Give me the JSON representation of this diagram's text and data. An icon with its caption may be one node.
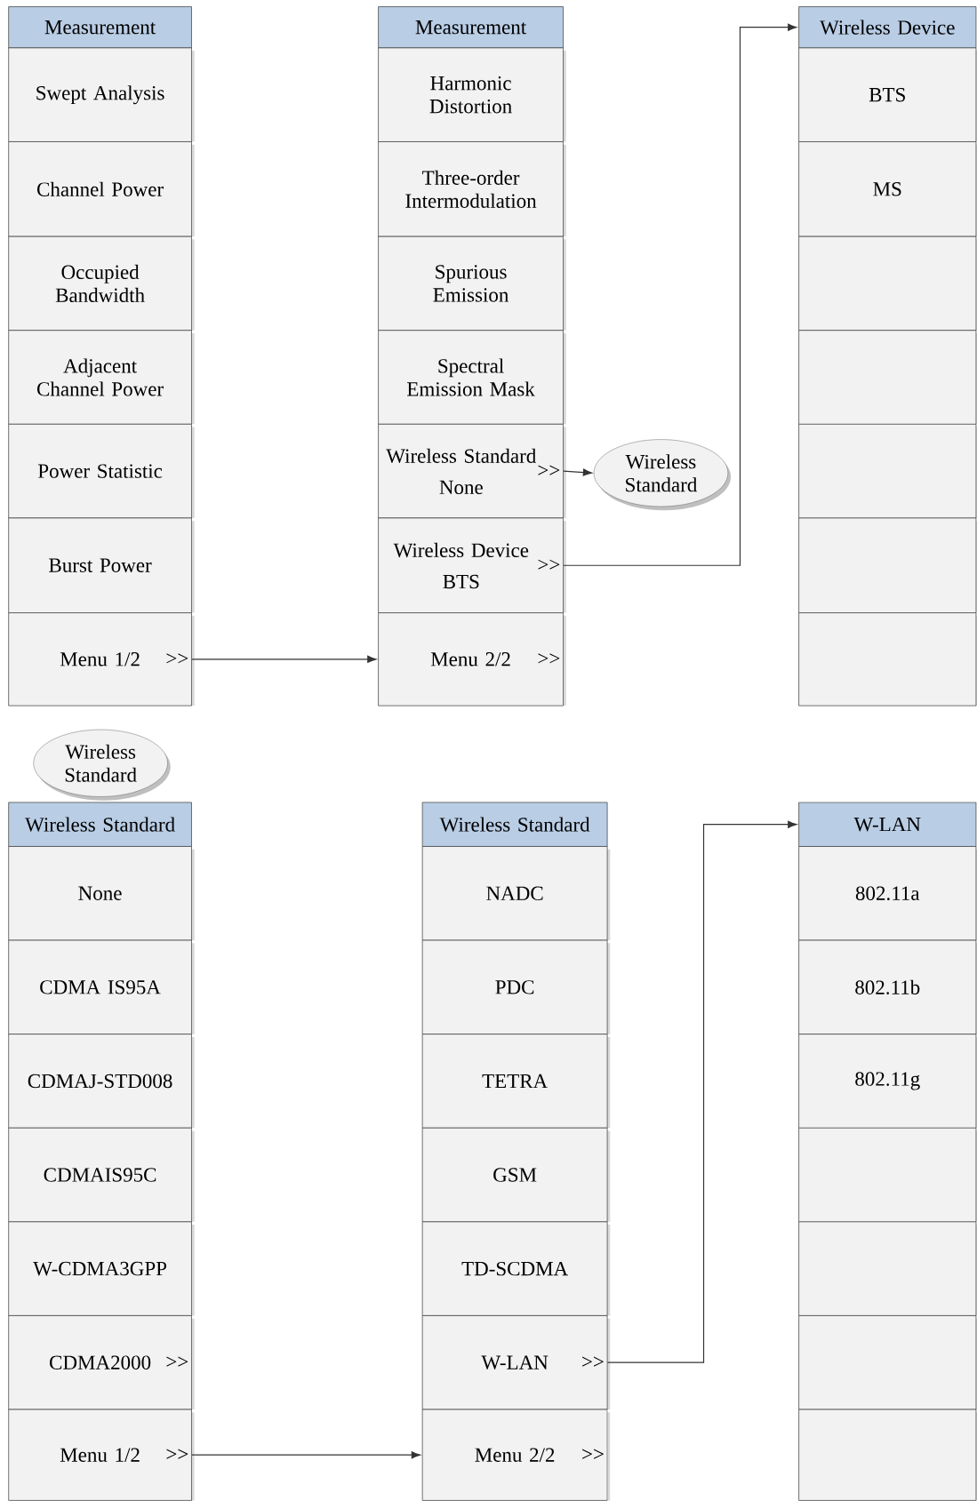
{
  "diagram": {
    "nodes": [
      {
        "text": [
          "Measurement"
        ]
      },
      {
        "text": [
          "Swept Analysis"
        ]
      },
      {
        "text": [
          "Channel Power"
        ]
      },
      {
        "text": [
          "Occupied Bandwidth"
        ]
      },
      {
        "text": [
          "Adjacent Channel Power"
        ]
      },
      {
        "text": [
          "Power Statistic"
        ]
      },
      {
        "text": [
          "Burst Power"
        ]
      },
      {
        "text": [
          "Menu 1/2",
          ">>"
        ]
      },
      {
        "text": [
          "Measurement"
        ]
      },
      {
        "text": [
          "Harmonic Distortion"
        ]
      },
      {
        "text": [
          "Three-order Intermodulation"
        ]
      },
      {
        "text": [
          "Spurious Emission"
        ]
      },
      {
        "text": [
          "Spectral Emission Mask"
        ]
      },
      {
        "text": [
          "Wireless Standard",
          "None",
          ">>"
        ]
      },
      {
        "text": [
          "Wireless Device",
          "BTS",
          ">>"
        ]
      },
      {
        "text": [
          "Menu 2/2",
          ">>"
        ]
      },
      {
        "text": [
          "Wireless Standard"
        ]
      },
      {
        "text": [
          "Wireless Device"
        ]
      },
      {
        "text": [
          "BTS"
        ]
      },
      {
        "text": [
          "MS"
        ]
      },
      {
        "text": [],
        "shape": "box"
      },
      {
        "text": [],
        "shape": "box"
      },
      {
        "text": [],
        "shape": "box"
      },
      {
        "text": [],
        "shape": "box"
      },
      {
        "text": [],
        "shape": "box"
      },
      {
        "text": [
          "Wireless Standard"
        ]
      },
      {
        "text": [
          "Wireless Standard"
        ]
      },
      {
        "text": [
          "None"
        ]
      },
      {
        "text": [
          "CDMA IS95A"
        ]
      },
      {
        "text": [
          "CDMAJ-STD008"
        ]
      },
      {
        "text": [
          "CDMAIS95C"
        ]
      },
      {
        "text": [
          "W-CDMA3GPP"
        ]
      },
      {
        "text": [
          "CDMA2000",
          ">>"
        ]
      },
      {
        "text": [
          "Menu 1/2",
          ">>"
        ]
      },
      {
        "text": [
          "Wireless Standard"
        ]
      },
      {
        "text": [
          "NADC"
        ]
      },
      {
        "text": [
          "PDC"
        ]
      },
      {
        "text": [
          "TETRA"
        ]
      },
      {
        "text": [
          "GSM"
        ]
      },
      {
        "text": [
          "TD-SCDMA"
        ]
      },
      {
        "text": [
          "W-LAN",
          ">>"
        ]
      },
      {
        "text": [
          "Menu 2/2",
          ">>"
        ]
      },
      {
        "text": [
          "W-LAN"
        ]
      },
      {
        "text": [
          "802.11a"
        ]
      },
      {
        "text": [
          "802.11b"
        ]
      },
      {
        "text": [
          "802.11g"
        ]
      },
      {
        "text": [],
        "shape": "box"
      },
      {
        "text": [],
        "shape": "box"
      },
      {
        "text": [],
        "shape": "box"
      },
      {
        "text": [],
        "shape": "box"
      }
    ],
    "edges": [
      {
        "from": 7,
        "to": 15,
        "arrow": "to"
      },
      {
        "from": 13,
        "to": 16,
        "arrow": "to"
      },
      {
        "from": 14,
        "to": 17,
        "arrow": "to"
      },
      {
        "from": 33,
        "to": 41,
        "arrow": "to"
      },
      {
        "from": 40,
        "to": 42,
        "arrow": "to"
      }
    ]
  }
}
